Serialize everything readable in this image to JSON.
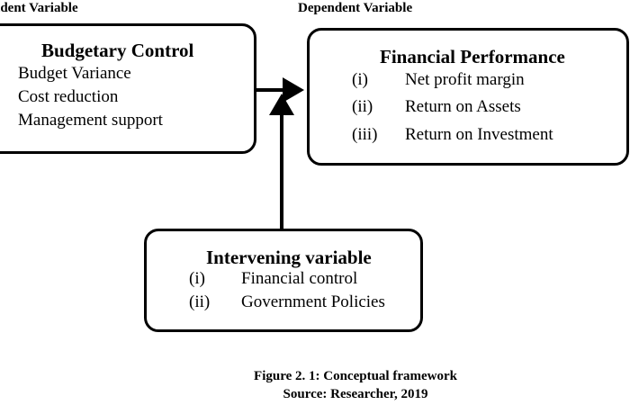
{
  "headings": {
    "independent": "ndent Variable",
    "dependent": "Dependent Variable"
  },
  "budgetary_control": {
    "title": "Budgetary Control",
    "items": [
      "Budget Variance",
      "Cost reduction",
      "Management support"
    ]
  },
  "financial_performance": {
    "title": "Financial Performance",
    "items": [
      {
        "num": "(i)",
        "text": "Net profit margin"
      },
      {
        "num": "(ii)",
        "text": "Return on Assets"
      },
      {
        "num": "(iii)",
        "text": "Return on Investment"
      }
    ]
  },
  "intervening": {
    "title": "Intervening variable",
    "items": [
      {
        "num": "(i)",
        "text": "Financial control"
      },
      {
        "num": "(ii)",
        "text": "Government Policies"
      }
    ]
  },
  "caption": {
    "figure": "Figure 2. 1: Conceptual framework",
    "source": "Source: Researcher, 2019"
  }
}
